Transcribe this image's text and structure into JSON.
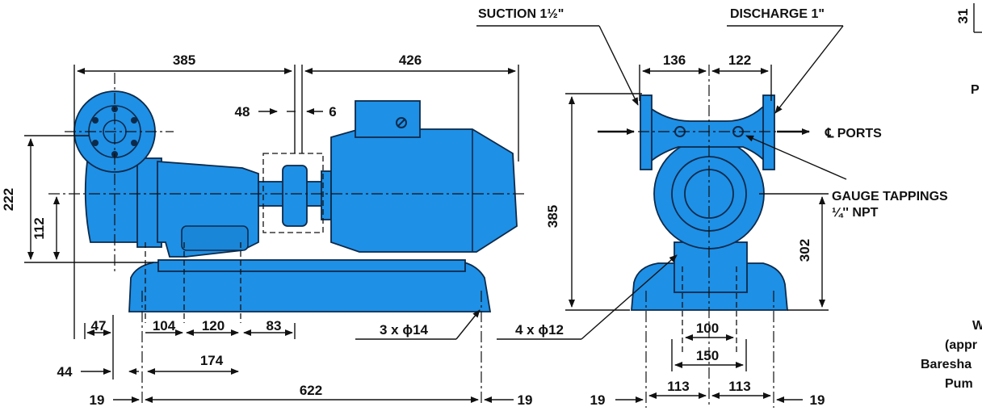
{
  "colors": {
    "pump_body": "#1e90e6",
    "outline": "#0d2a4a",
    "text": "#111111"
  },
  "labels": {
    "suction": "SUCTION 1½\"",
    "discharge": "DISCHARGE 1\"",
    "ports": "℄ PORTS",
    "gauge_line1": "GAUGE TAPPINGS",
    "gauge_line2": "¼'' NPT",
    "cut_31": "31",
    "cut_P": "P",
    "cut_W": "W",
    "cut_appr": "(appr",
    "cut_baresha": "Baresha",
    "cut_pum": "Pum"
  },
  "side_view": {
    "d385": "385",
    "d426": "426",
    "d48": "48",
    "d6": "6",
    "d222": "222",
    "d112": "112",
    "d47": "47",
    "d104": "104",
    "d120": "120",
    "d83": "83",
    "d174": "174",
    "d44": "44",
    "d19": "19",
    "d622": "622",
    "d19b": "19",
    "holes": "3 x ϕ14"
  },
  "end_view": {
    "d136": "136",
    "d122": "122",
    "d385": "385",
    "d302": "302",
    "d100": "100",
    "d150": "150",
    "d113a": "113",
    "d113b": "113",
    "d19a": "19",
    "d19b": "19",
    "holes": "4 x ϕ12"
  }
}
